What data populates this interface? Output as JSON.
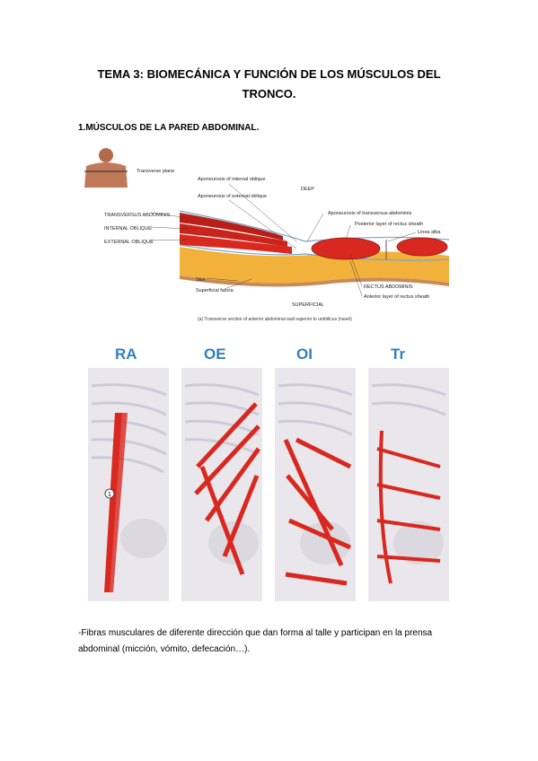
{
  "document": {
    "title_line1": "TEMA 3: BIOMECÁNICA Y FUNCIÓN DE LOS MÚSCULOS DEL",
    "title_line2": "TRONCO.",
    "section_heading": "1.MÚSCULOS DE LA PARED ABDOMINAL.",
    "paragraph": "-Fibras musculares de diferente dirección que dan forma al talle y participan en la prensa abdominal (micción, vómito, defecación…)."
  },
  "figure1": {
    "transverse_plane": "Transverse plane",
    "aponeurosis_internal_oblique": "Aponeurosis of internal oblique",
    "aponeurosis_external_oblique": "Aponeurosis of external oblique",
    "deep": "DEEP",
    "aponeurosis_transversus": "Aponeurosis of transversus abdominis",
    "posterior_layer": "Posterior layer of rectus sheath",
    "linea_alba": "Linea alba",
    "transversus_abdominis": "TRANSVERSUS ABDOMINIS",
    "internal_oblique": "INTERNAL OBLIQUE",
    "external_oblique": "EXTERNAL OBLIQUE",
    "skin": "Skin",
    "superficial_fascia": "Superficial fascia",
    "rectus_abdominis": "RECTUS ABDOMINIS",
    "anterior_layer": "Anterior layer of rectus sheath",
    "superficial": "SUPERFICIAL",
    "caption": "(a) Transverse section of anterior abdominal wall superior to umbilicus (navel)"
  },
  "figure2": {
    "panels": [
      "RA",
      "OE",
      "OI",
      "Tr"
    ],
    "marker": "1"
  },
  "colors": {
    "muscle": "#d9281f",
    "fat": "#f2b13a",
    "panel_title": "#2f7fc1",
    "bone": "#e9e6ec"
  }
}
